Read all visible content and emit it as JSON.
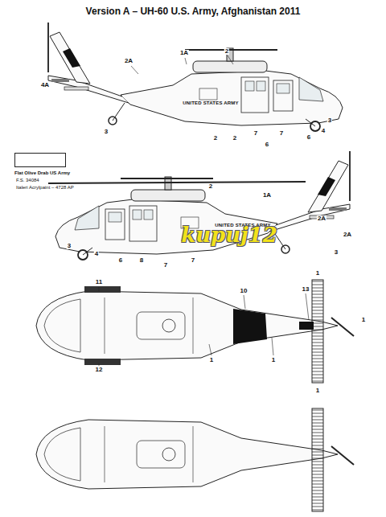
{
  "diagram": {
    "title": "Version A – UH-60 U.S. Army, Afghanistan 2011",
    "labels": [
      "2A",
      "4A",
      "1A",
      "2",
      "UNITED STATES ARMY",
      "3",
      "2",
      "2",
      "7",
      "7",
      "6",
      "3",
      "4",
      "6",
      "F.S. 34084",
      "Italeri Acrylpaint – 4728 AP",
      "2",
      "1A",
      "2A",
      "2A",
      "UNITED STATES ARMY",
      "3",
      "4",
      "6",
      "8",
      "7",
      "7",
      "3",
      "kupuj12",
      "1",
      "11",
      "10",
      "13",
      "1",
      "1",
      "1",
      "12",
      "1"
    ],
    "legend": [
      {
        "text": "Flat Olive Drab US Army",
        "color": "#ffffff"
      }
    ]
  }
}
